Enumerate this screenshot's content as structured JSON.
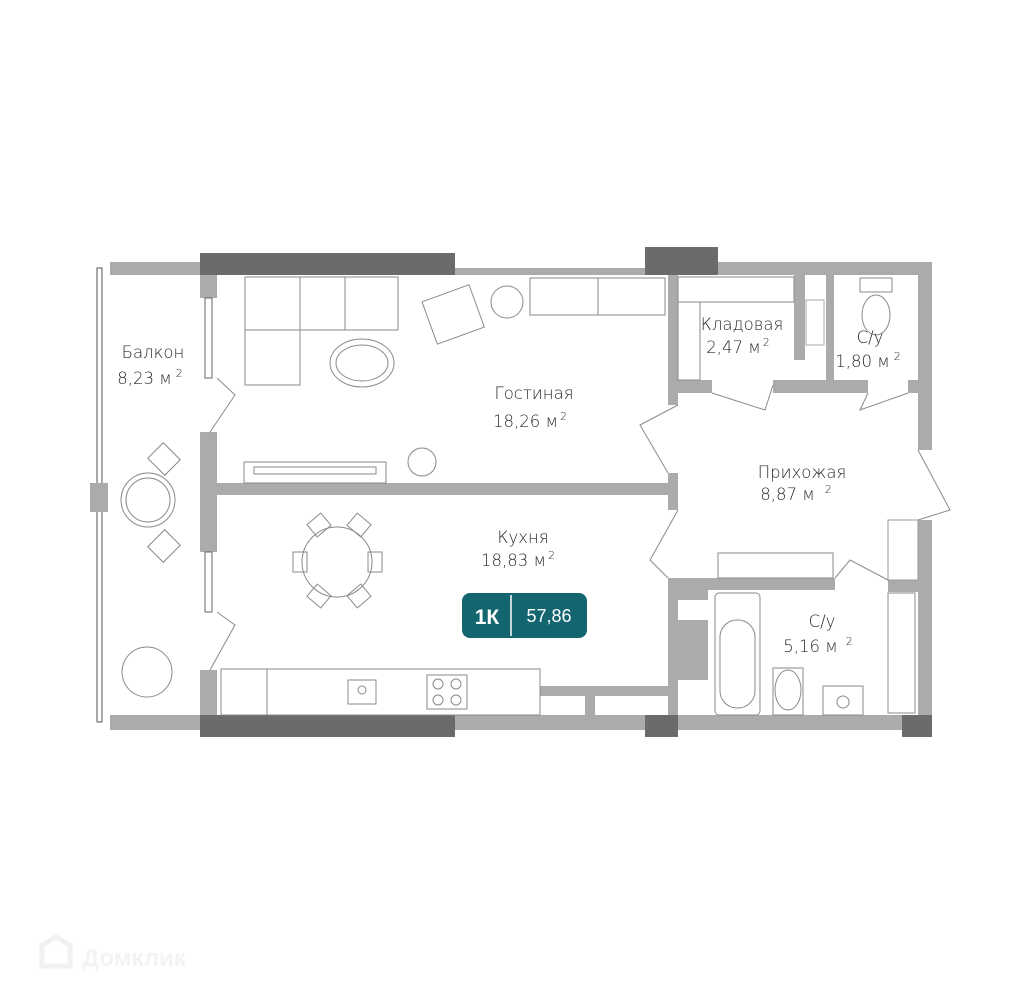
{
  "rooms": [
    {
      "name": "Балкон",
      "area": "8,23 м",
      "unit_sup": "2"
    },
    {
      "name": "Гостиная",
      "area": "18,26 м",
      "unit_sup": "2"
    },
    {
      "name": "Кладовая",
      "area": "2,47 м",
      "unit_sup": "2"
    },
    {
      "name": "С/у",
      "area": "1,80 м",
      "unit_sup": "2"
    },
    {
      "name": "Прихожая",
      "area": "8,87 м",
      "unit_sup": "2"
    },
    {
      "name": "Кухня",
      "area": "18,83 м",
      "unit_sup": "2"
    },
    {
      "name": "С/у",
      "area": "5,16 м",
      "unit_sup": "2"
    }
  ],
  "badge": {
    "type": "1К",
    "total_area": "57,86",
    "color": "#13666f"
  },
  "watermark": "Домклик",
  "colors": {
    "wall": "#ababab",
    "structural": "#6b6b6b"
  }
}
